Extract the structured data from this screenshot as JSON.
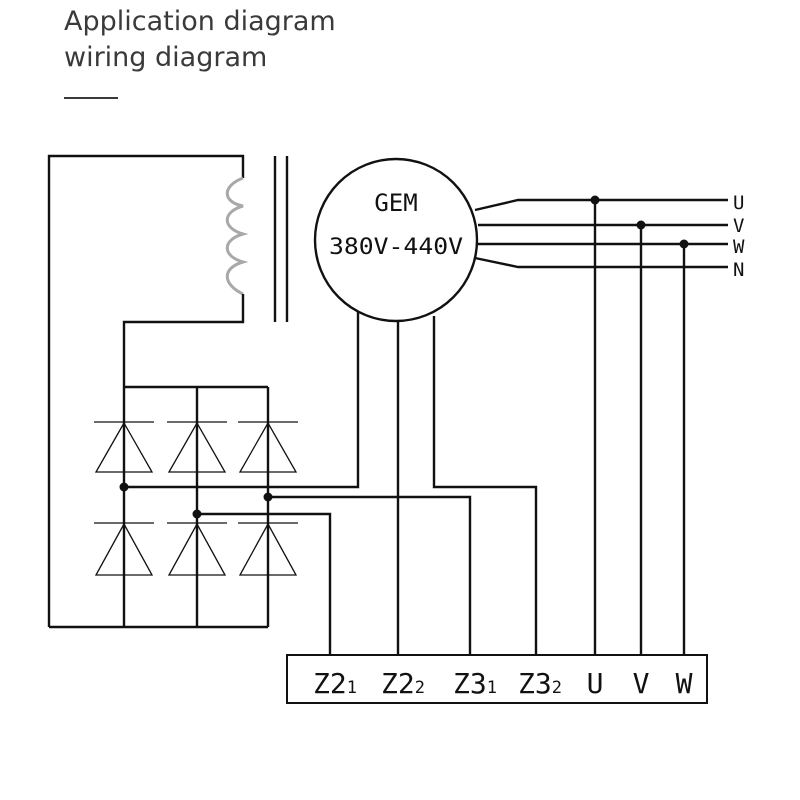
{
  "title": {
    "line1": "Application diagram",
    "line2": "wiring diagram"
  },
  "motor": {
    "name": "GEM",
    "voltage": "380V-440V"
  },
  "phase_lines": [
    "U",
    "V",
    "W",
    "N"
  ],
  "terminals": [
    {
      "base": "Z2",
      "sub": "1"
    },
    {
      "base": "Z2",
      "sub": "2"
    },
    {
      "base": "Z3",
      "sub": "1"
    },
    {
      "base": "Z3",
      "sub": "2"
    },
    {
      "base": "U",
      "sub": ""
    },
    {
      "base": "V",
      "sub": ""
    },
    {
      "base": "W",
      "sub": ""
    }
  ]
}
